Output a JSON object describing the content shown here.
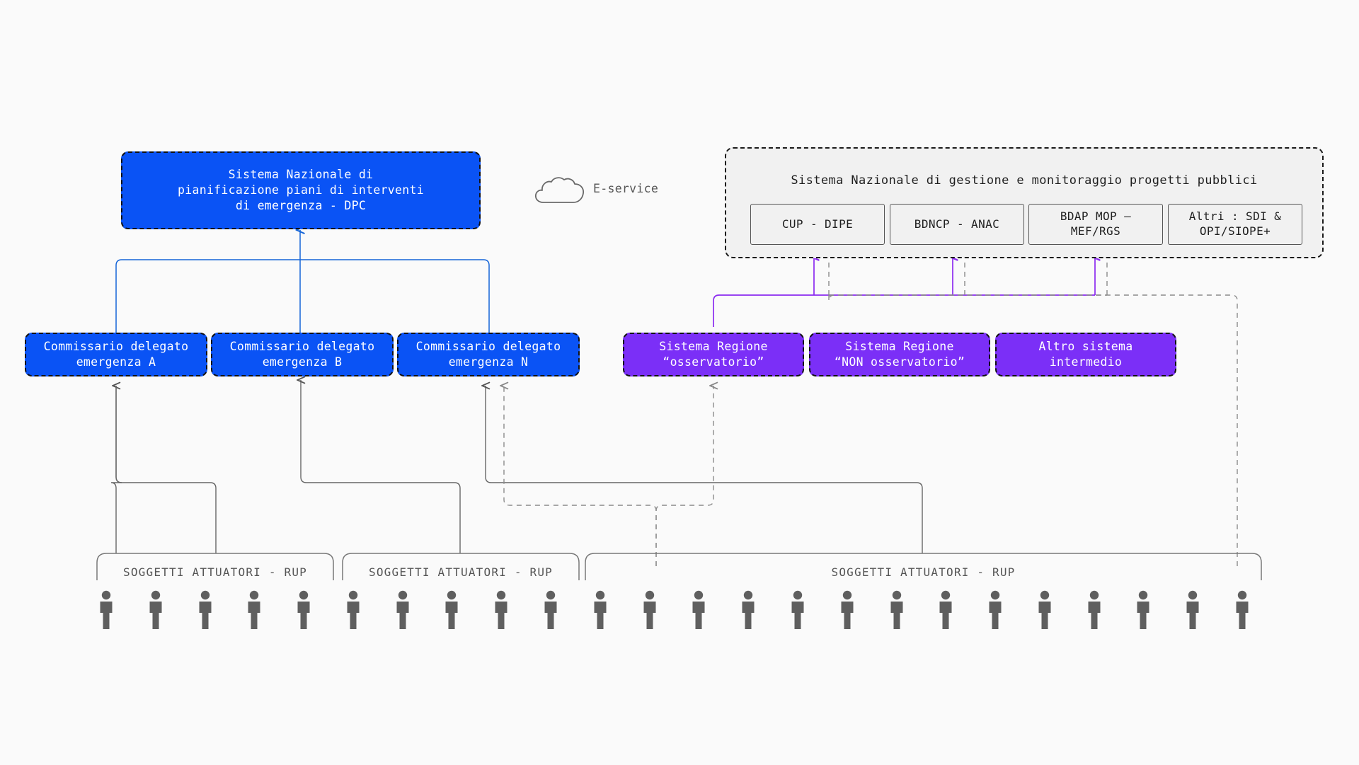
{
  "diagram": {
    "title_hidden": "",
    "colors": {
      "background": "#fafafa",
      "blue": "#0a53f5",
      "purple": "#7b2ff7",
      "panel": "#f1f1f1",
      "gray_line": "#666666",
      "dashed_line": "#888888",
      "person": "#5f5f5f",
      "text_dark": "#1f1f1f",
      "text_muted": "#555555"
    },
    "national_planning_system": {
      "label": "Sistema Nazionale di\npianificazione piani di interventi\ndi emergenza - DPC"
    },
    "eservice": {
      "label": "E-service",
      "icon": "cloud-icon"
    },
    "monitoring_panel": {
      "title": "Sistema Nazionale di gestione e monitoraggio progetti pubblici",
      "systems": [
        {
          "label": "CUP - DIPE"
        },
        {
          "label": "BDNCP - ANAC"
        },
        {
          "label": "BDAP MOP –\nMEF/RGS"
        },
        {
          "label": "Altri : SDI &\nOPI/SIOPE+"
        }
      ]
    },
    "commissari": [
      {
        "label": "Commissario delegato\nemergenza A"
      },
      {
        "label": "Commissario delegato\nemergenza B"
      },
      {
        "label": "Commissario delegato\nemergenza N"
      }
    ],
    "regional_systems": [
      {
        "label": "Sistema Regione\n“osservatorio”"
      },
      {
        "label": "Sistema Regione\n“NON osservatorio”"
      },
      {
        "label": "Altro sistema\nintermedio"
      }
    ],
    "brackets": [
      {
        "label": "SOGGETTI ATTUATORI - RUP"
      },
      {
        "label": "SOGGETTI ATTUATORI - RUP"
      },
      {
        "label": "SOGGETTI ATTUATORI - RUP"
      }
    ],
    "people_count": 24
  }
}
